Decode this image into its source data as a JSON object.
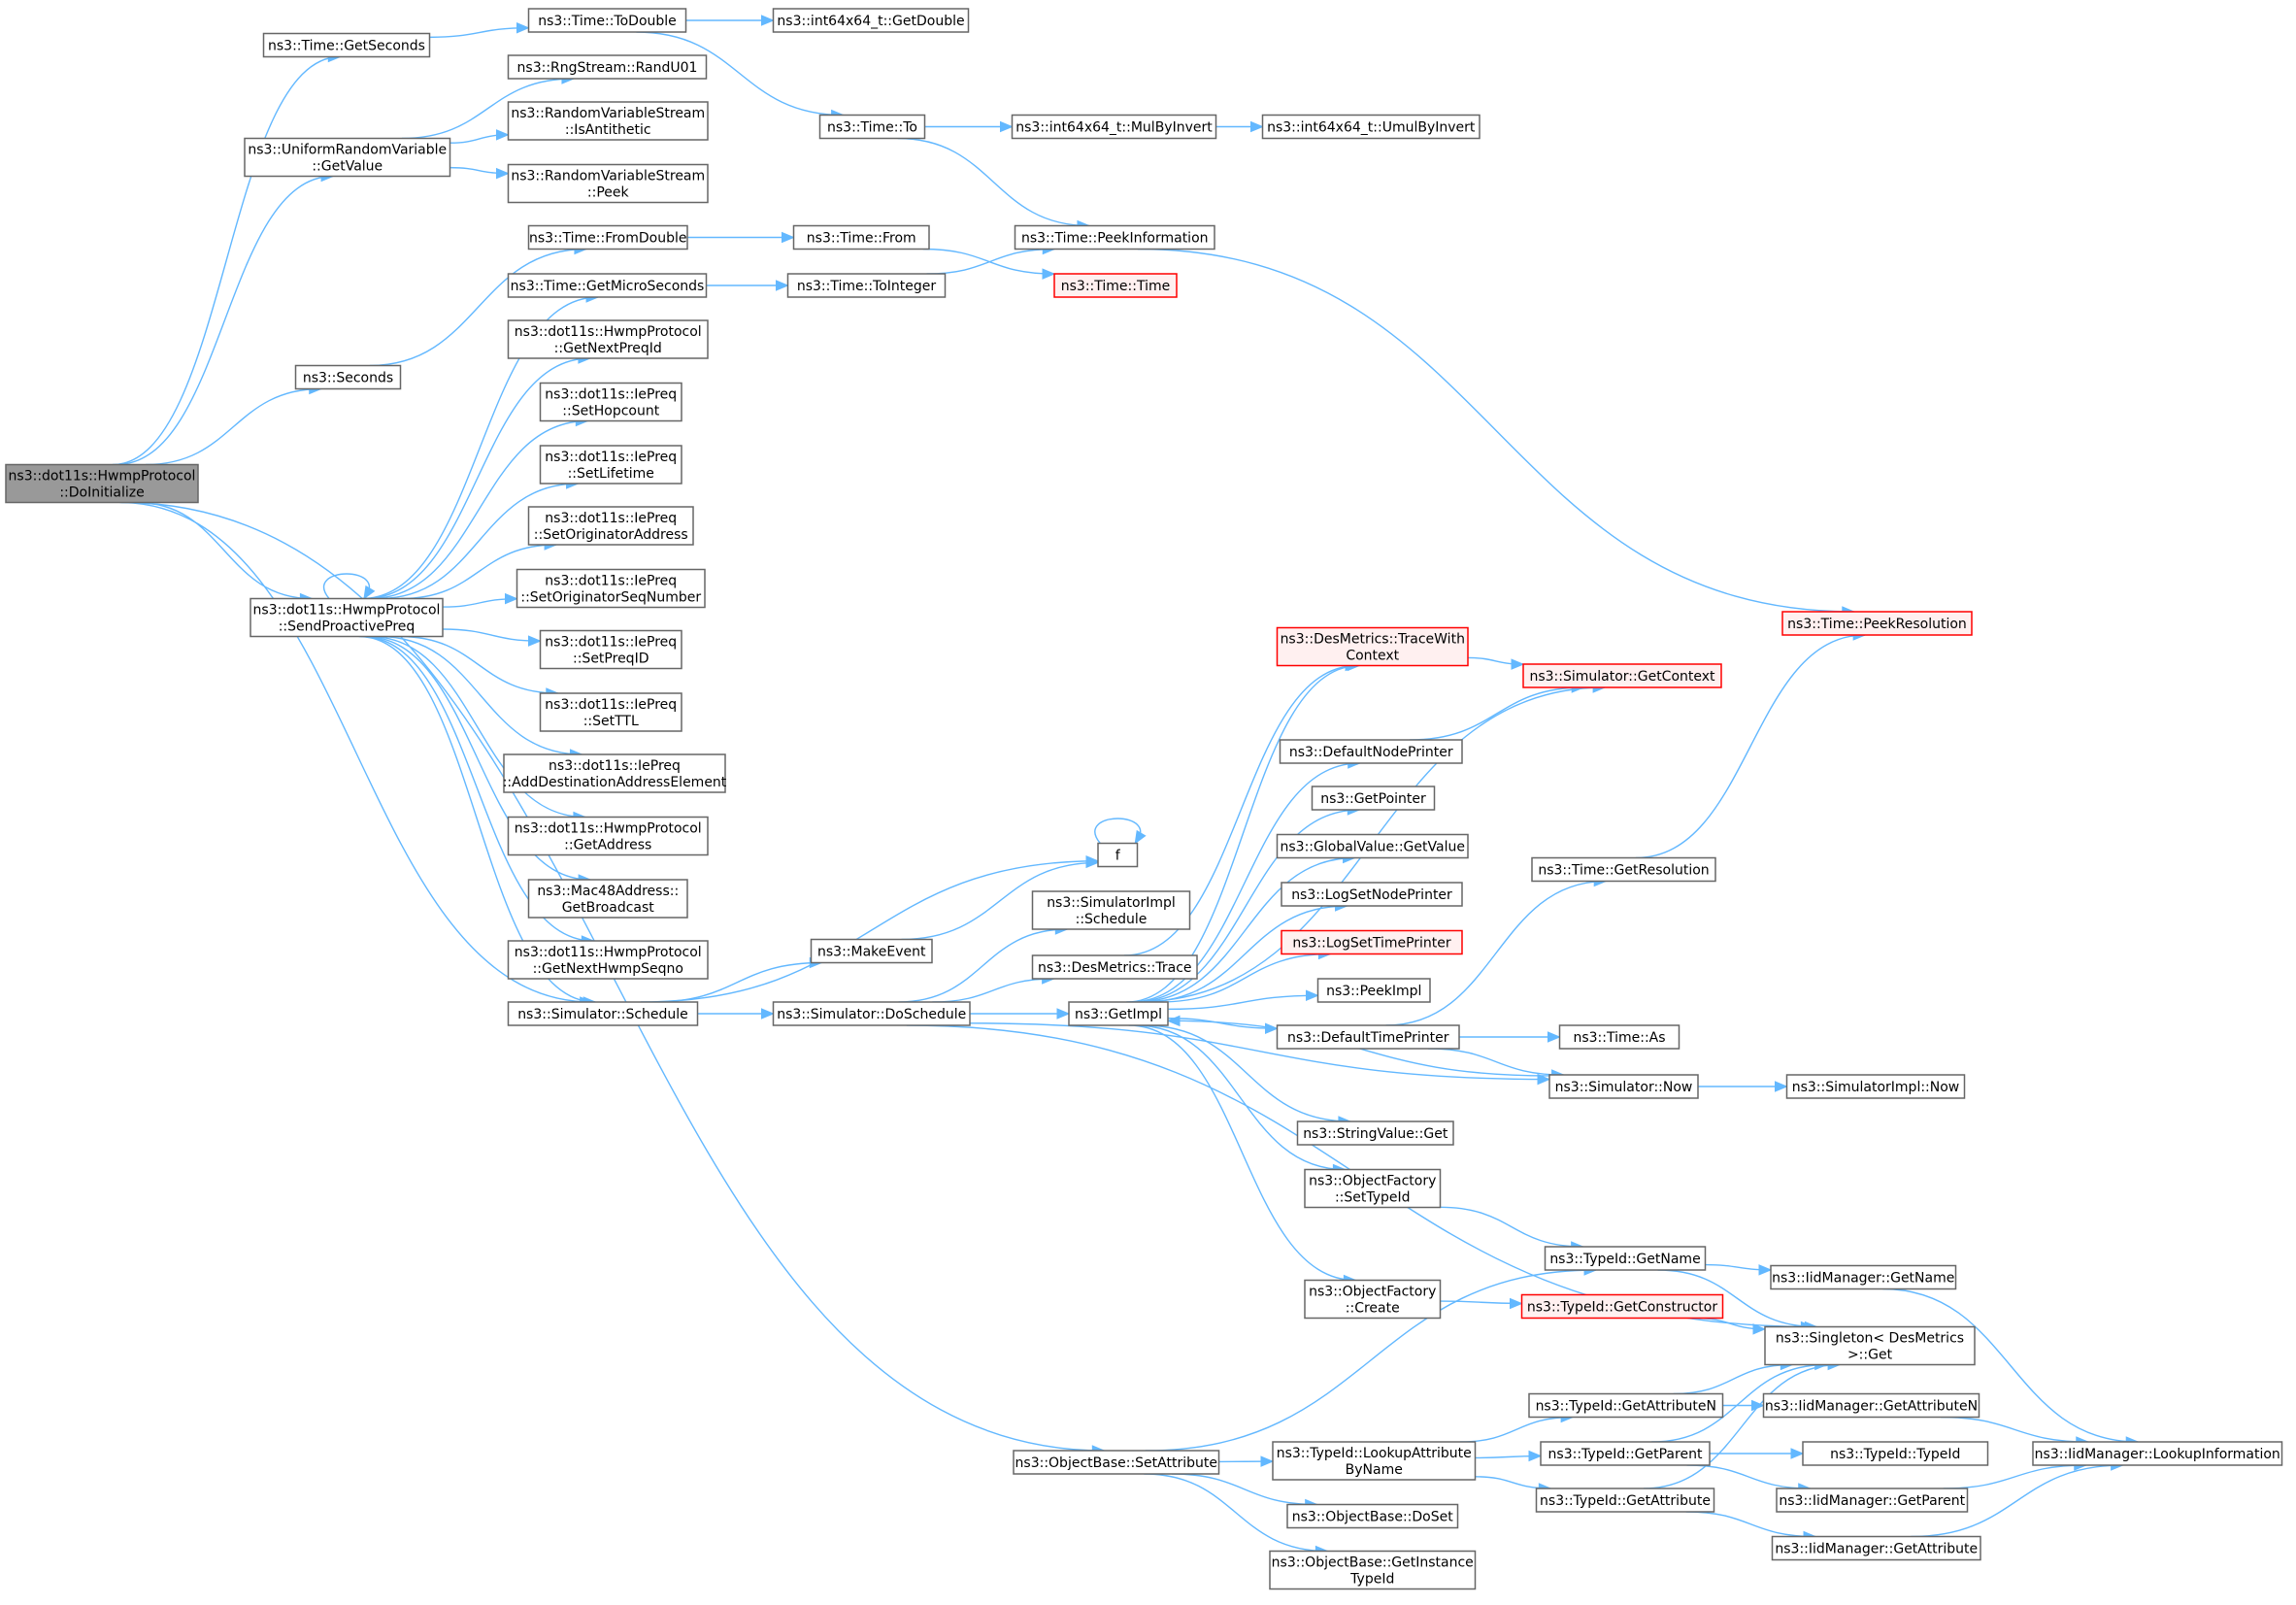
{
  "colors": {
    "edge": "#63b8ff",
    "root_fill": "#999999",
    "red_border": "#ff0000",
    "red_fill": "#fff0f0"
  },
  "nodes": [
    {
      "id": "root",
      "lines": [
        "ns3::dot11s::HwmpProtocol",
        "::DoInitialize"
      ],
      "style": "root"
    },
    {
      "id": "getseconds",
      "lines": [
        "ns3::Time::GetSeconds"
      ]
    },
    {
      "id": "todouble",
      "lines": [
        "ns3::Time::ToDouble"
      ]
    },
    {
      "id": "getdouble",
      "lines": [
        "ns3::int64x64_t::GetDouble"
      ]
    },
    {
      "id": "randu01",
      "lines": [
        "ns3::RngStream::RandU01"
      ]
    },
    {
      "id": "urv",
      "lines": [
        "ns3::UniformRandomVariable",
        "::GetValue"
      ]
    },
    {
      "id": "isanti",
      "lines": [
        "ns3::RandomVariableStream",
        "::IsAntithetic"
      ]
    },
    {
      "id": "peek",
      "lines": [
        "ns3::RandomVariableStream",
        "::Peek"
      ]
    },
    {
      "id": "timeto",
      "lines": [
        "ns3::Time::To"
      ]
    },
    {
      "id": "mulbyinv",
      "lines": [
        "ns3::int64x64_t::MulByInvert"
      ]
    },
    {
      "id": "umulbyinv",
      "lines": [
        "ns3::int64x64_t::UmulByInvert"
      ]
    },
    {
      "id": "fromdouble",
      "lines": [
        "ns3::Time::FromDouble"
      ]
    },
    {
      "id": "timefrom",
      "lines": [
        "ns3::Time::From"
      ]
    },
    {
      "id": "peekinfo",
      "lines": [
        "ns3::Time::PeekInformation"
      ]
    },
    {
      "id": "getmicro",
      "lines": [
        "ns3::Time::GetMicroSeconds"
      ]
    },
    {
      "id": "tointeger",
      "lines": [
        "ns3::Time::ToInteger"
      ]
    },
    {
      "id": "timetime",
      "lines": [
        "ns3::Time::Time"
      ],
      "style": "red"
    },
    {
      "id": "getnextpreqid",
      "lines": [
        "ns3::dot11s::HwmpProtocol",
        "::GetNextPreqId"
      ]
    },
    {
      "id": "seconds",
      "lines": [
        "ns3::Seconds"
      ]
    },
    {
      "id": "sethopcount",
      "lines": [
        "ns3::dot11s::IePreq",
        "::SetHopcount"
      ]
    },
    {
      "id": "setlifetime",
      "lines": [
        "ns3::dot11s::IePreq",
        "::SetLifetime"
      ]
    },
    {
      "id": "setorigaddr",
      "lines": [
        "ns3::dot11s::IePreq",
        "::SetOriginatorAddress"
      ]
    },
    {
      "id": "sendpreq",
      "lines": [
        "ns3::dot11s::HwmpProtocol",
        "::SendProactivePreq"
      ]
    },
    {
      "id": "setorigseq",
      "lines": [
        "ns3::dot11s::IePreq",
        "::SetOriginatorSeqNumber"
      ]
    },
    {
      "id": "setpreqid",
      "lines": [
        "ns3::dot11s::IePreq",
        "::SetPreqID"
      ]
    },
    {
      "id": "setttl",
      "lines": [
        "ns3::dot11s::IePreq",
        "::SetTTL"
      ]
    },
    {
      "id": "adddest",
      "lines": [
        "ns3::dot11s::IePreq",
        "::AddDestinationAddressElement"
      ]
    },
    {
      "id": "getaddress",
      "lines": [
        "ns3::dot11s::HwmpProtocol",
        "::GetAddress"
      ]
    },
    {
      "id": "getbroadcast",
      "lines": [
        "ns3::Mac48Address::",
        "GetBroadcast"
      ]
    },
    {
      "id": "getnexthwmp",
      "lines": [
        "ns3::dot11s::HwmpProtocol",
        "::GetNextHwmpSeqno"
      ]
    },
    {
      "id": "simschedule",
      "lines": [
        "ns3::Simulator::Schedule"
      ]
    },
    {
      "id": "makeevent",
      "lines": [
        "ns3::MakeEvent"
      ]
    },
    {
      "id": "doschedule",
      "lines": [
        "ns3::Simulator::DoSchedule"
      ]
    },
    {
      "id": "implschedule",
      "lines": [
        "ns3::SimulatorImpl",
        "::Schedule"
      ]
    },
    {
      "id": "destrace",
      "lines": [
        "ns3::DesMetrics::Trace"
      ]
    },
    {
      "id": "getimpl",
      "lines": [
        "ns3::GetImpl"
      ]
    },
    {
      "id": "f",
      "lines": [
        "f"
      ]
    },
    {
      "id": "tracewithctx",
      "lines": [
        "ns3::DesMetrics::TraceWith",
        "Context"
      ],
      "style": "red"
    },
    {
      "id": "getcontext",
      "lines": [
        "ns3::Simulator::GetContext"
      ],
      "style": "red"
    },
    {
      "id": "defnodeprinter",
      "lines": [
        "ns3::DefaultNodePrinter"
      ]
    },
    {
      "id": "getpointer",
      "lines": [
        "ns3::GetPointer"
      ]
    },
    {
      "id": "gvgetvalue",
      "lines": [
        "ns3::GlobalValue::GetValue"
      ]
    },
    {
      "id": "logsetnode",
      "lines": [
        "ns3::LogSetNodePrinter"
      ]
    },
    {
      "id": "logsettime",
      "lines": [
        "ns3::LogSetTimePrinter"
      ],
      "style": "red"
    },
    {
      "id": "peekimpl",
      "lines": [
        "ns3::PeekImpl"
      ]
    },
    {
      "id": "deftimeprinter",
      "lines": [
        "ns3::DefaultTimePrinter"
      ]
    },
    {
      "id": "stringget",
      "lines": [
        "ns3::StringValue::Get"
      ]
    },
    {
      "id": "settypeid",
      "lines": [
        "ns3::ObjectFactory",
        "::SetTypeId"
      ]
    },
    {
      "id": "ofcreate",
      "lines": [
        "ns3::ObjectFactory",
        "::Create"
      ]
    },
    {
      "id": "peekres",
      "lines": [
        "ns3::Time::PeekResolution"
      ],
      "style": "red"
    },
    {
      "id": "getres",
      "lines": [
        "ns3::Time::GetResolution"
      ]
    },
    {
      "id": "timeas",
      "lines": [
        "ns3::Time::As"
      ]
    },
    {
      "id": "simnow",
      "lines": [
        "ns3::Simulator::Now"
      ]
    },
    {
      "id": "implnow",
      "lines": [
        "ns3::SimulatorImpl::Now"
      ]
    },
    {
      "id": "tidgetname",
      "lines": [
        "ns3::TypeId::GetName"
      ]
    },
    {
      "id": "iidgetname",
      "lines": [
        "ns3::IidManager::GetName"
      ]
    },
    {
      "id": "getctor",
      "lines": [
        "ns3::TypeId::GetConstructor"
      ],
      "style": "red"
    },
    {
      "id": "singleton",
      "lines": [
        "ns3::Singleton< DesMetrics",
        " >::Get"
      ]
    },
    {
      "id": "getattrn",
      "lines": [
        "ns3::TypeId::GetAttributeN"
      ]
    },
    {
      "id": "iidgetattrn",
      "lines": [
        "ns3::IidManager::GetAttributeN"
      ]
    },
    {
      "id": "setattribute",
      "lines": [
        "ns3::ObjectBase::SetAttribute"
      ]
    },
    {
      "id": "lookupattr",
      "lines": [
        "ns3::TypeId::LookupAttribute",
        "ByName"
      ]
    },
    {
      "id": "getparent",
      "lines": [
        "ns3::TypeId::GetParent"
      ]
    },
    {
      "id": "tidtypeid",
      "lines": [
        "ns3::TypeId::TypeId"
      ]
    },
    {
      "id": "lookupinfo",
      "lines": [
        "ns3::IidManager::LookupInformation"
      ]
    },
    {
      "id": "iidgetparent",
      "lines": [
        "ns3::IidManager::GetParent"
      ]
    },
    {
      "id": "getattribute",
      "lines": [
        "ns3::TypeId::GetAttribute"
      ]
    },
    {
      "id": "iidgetattr",
      "lines": [
        "ns3::IidManager::GetAttribute"
      ]
    },
    {
      "id": "doset",
      "lines": [
        "ns3::ObjectBase::DoSet"
      ]
    },
    {
      "id": "getinsttid",
      "lines": [
        "ns3::ObjectBase::GetInstance",
        "TypeId"
      ]
    }
  ]
}
